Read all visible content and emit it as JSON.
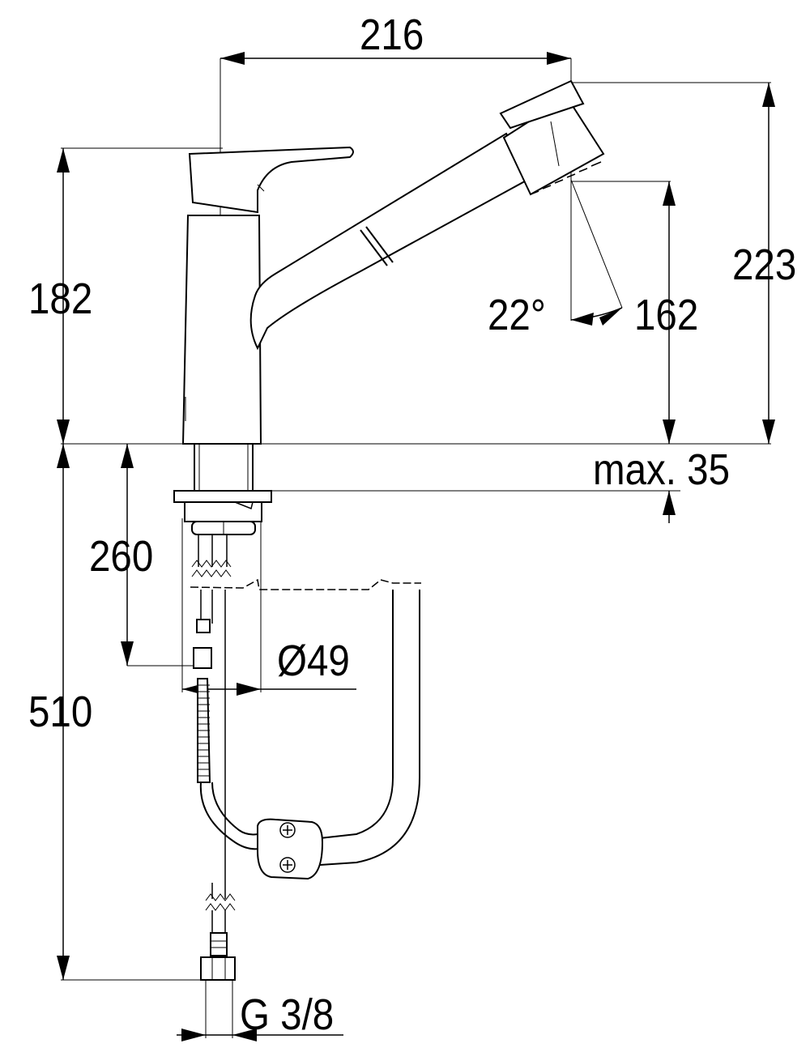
{
  "dimensions": {
    "width_top": "216",
    "height_lever": "182",
    "height_total": "223",
    "spout_height": "162",
    "spout_angle": "22°",
    "deck_thickness": "max. 35",
    "shank_length": "260",
    "hose_length": "510",
    "shank_diameter": "Ø49",
    "thread": "G 3/8"
  },
  "colors": {
    "line": "#000000",
    "background": "#ffffff"
  }
}
